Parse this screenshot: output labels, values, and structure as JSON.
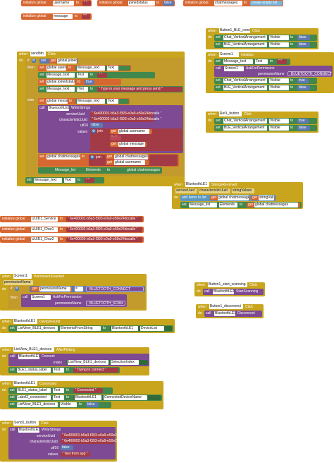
{
  "palette": {
    "event": "#c8a51c",
    "event_dark": "#a8891a",
    "control": "#c39a2c",
    "text": "#a33b46",
    "text_light": "#b84a55",
    "variable": "#d66731",
    "variable_dark": "#c35a24",
    "component": "#42874c",
    "component_dark": "#2f6b3a",
    "method": "#7d4a93",
    "logic": "#5f79b0",
    "list": "#7bb4d8",
    "list_dark": "#5a97c0",
    "canvas": "#ffffff"
  },
  "icons": {
    "gear": "gear-icon",
    "question": "help-icon",
    "warning": "warning-icon"
  },
  "b": {
    "init_username": {
      "kw": "initialize global",
      "name": "username",
      "to": "to",
      "val": "\" \""
    },
    "init_joinedstatus": {
      "kw": "initialize global",
      "name": "joinedstatus",
      "to": "to",
      "val": "false"
    },
    "init_chatmessages": {
      "kw": "initialize global",
      "name": "chatmessages",
      "to": "to",
      "val": "create empty list"
    },
    "init_message": {
      "kw": "initialize global",
      "name": "message",
      "to": "to",
      "val": "\" \""
    },
    "btn_conn": {
      "when": "when",
      "comp": "Button1_BLE_conn",
      "event": "Click",
      "do": "do",
      "rows": [
        {
          "set": "set",
          "comp": "Chat_VerticalArrangement",
          "prop": "Visible",
          "to": "to",
          "val": "false"
        },
        {
          "set": "set",
          "comp": "BLE_VerticalArrangement",
          "prop": "Visible",
          "to": "to",
          "val": "false"
        }
      ]
    },
    "screen_init": {
      "when": "when",
      "comp": "Screen1",
      "event": "Initialize",
      "do": "do",
      "set": "set",
      "var": "Message_text",
      "prop": "Text",
      "to": "to",
      "val": "\" \"",
      "call": "call",
      "callcomp": "Screen1",
      "method": "AskForPermission",
      "param": "permissionName",
      "perm": "BLUETOOTH_CONNECT",
      "rows": [
        {
          "set": "set",
          "comp": "Chat_VerticalArrangement",
          "prop": "Visible",
          "to": "to",
          "val": "true"
        },
        {
          "set": "set",
          "comp": "BLE_VerticalArrangement",
          "prop": "Visible",
          "to": "to",
          "val": "false"
        }
      ]
    },
    "ret_button": {
      "when": "when",
      "comp": "Ret1_button",
      "event": "Click",
      "do": "do",
      "rows": [
        {
          "set": "set",
          "comp": "Chat_VerticalArrangement",
          "prop": "Visible",
          "to": "to",
          "val": "true"
        },
        {
          "set": "set",
          "comp": "BLE_VerticalArrangement",
          "prop": "Visible",
          "to": "to",
          "val": "false"
        }
      ]
    },
    "sendbtn": {
      "when": "when",
      "comp": "sendbtn",
      "event": "Click",
      "do": "do",
      "if": "if",
      "not": "not",
      "get": "get",
      "joined": "global joinedstatus",
      "then": "then",
      "else": "else",
      "set": "set",
      "to": "to",
      "username": "global username",
      "msgtext": "Message_text",
      "textprop": "Text",
      "joinedstatus": "global joinedstatus",
      "true": "true",
      "hint": "Message_text",
      "hintprop": "Hint",
      "hintval": "\" Type in your message and press send \"",
      "message": "global message",
      "call": "call",
      "ble": "BluetoothLE1",
      "write": "WriteStrings",
      "svc": "serviceUuid",
      "chr": "characteristicUuid",
      "u16": "utf16",
      "vals": "values",
      "uuid_svc": "\" 6e400001-b5a3-f393-e0a9-e50e24dccalle \"",
      "uuid_chr": "\" 6e400002-b5a3-f393-e0a9-e50e24dccalle \"",
      "false": "false",
      "join": "join",
      "g_username": "global username",
      "sep": "\" : \"",
      "g_message": "global message",
      "chatmessages": "global chatmessages",
      "listop": "join",
      "g_chat": "global chatmessages",
      "g_user2": "global username",
      "elements_set": "Message_list",
      "elprop": "Elements",
      "elto": "to",
      "g_chat2": "global chatmessages",
      "final_set": "Message_text",
      "final_prop": "Text",
      "final_val": "\" \""
    },
    "strings_received": {
      "when": "when",
      "comp": "BluetoothLE1",
      "event": "StringsReceived",
      "p1": "serviceUuid",
      "p2": "characteristicUuid",
      "p3": "stringValues",
      "do": "do",
      "add": "add items to list",
      "list": "list",
      "get": "get",
      "chat": "global chatmessages",
      "item": "item",
      "sv": "stringValues",
      "set": "set",
      "ml": "Message_list",
      "el": "Elements",
      "to": "to",
      "chat2": "global chatmessages"
    },
    "init_svc": {
      "kw": "initialize global",
      "name": "UUID1_Service",
      "to": "to",
      "val": "\" 6e400001-b5a3-f393-e0a9-e50e24dccalle \""
    },
    "init_chr1": {
      "kw": "initialize global",
      "name": "UUID1_Char1",
      "to": "to",
      "val": "\" 6e400002-b5a3-f393-e0a9-e50e24dccalle \""
    },
    "init_chr2": {
      "kw": "initialize global",
      "name": "UUID1_Char2",
      "to": "to",
      "val": "\" 6e400003-b5a3-f393-e0a9-e50e24dccalle \""
    },
    "perm_granted": {
      "when": "when",
      "comp": "Screen1",
      "event": "PermissionGranted",
      "param": "permissionName",
      "do": "do",
      "if": "if",
      "get": "get",
      "pn": "permissionName",
      "eq": "=",
      "perm": "BLUETOOTH_CONNECT",
      "then": "then",
      "call": "call",
      "callcomp": "Screen1",
      "method": "AskForPermission",
      "p": "permissionName",
      "scan": "BLUETOOTH_SCAN"
    },
    "start_scan": {
      "when": "when",
      "comp": "Button1_start_scanning",
      "event": "Click",
      "do": "do",
      "call": "call",
      "callcomp": "BluetoothLE1",
      "method": "StartScanning"
    },
    "disconnect": {
      "when": "when",
      "comp": "Button1_disconnect",
      "event": "Click",
      "do": "do",
      "call": "call",
      "callcomp": "BluetoothLE1",
      "method": "Disconnect"
    },
    "device_found": {
      "when": "when",
      "comp": "BluetoothLE1",
      "event": "DeviceFound",
      "do": "do",
      "set": "set",
      "lv": "ListView_BLE1_devices",
      "prop": "ElementsFromString",
      "to": "to",
      "ble": "BluetoothLE1",
      "dl": "DeviceList"
    },
    "after_picking": {
      "when": "when",
      "comp": "ListView_BLE1_devices",
      "event": "AfterPicking",
      "do": "do",
      "call": "call",
      "ble": "BluetoothLE1",
      "method": "Connect",
      "idx": "index",
      "lv": "ListView_BLE1_devices",
      "si": "SelectionIndex",
      "set": "set",
      "st": "BLE1_status_label",
      "tp": "Text",
      "to": "to",
      "val": "\" Trying to connect \""
    },
    "connected": {
      "when": "when",
      "comp": "BluetoothLE1",
      "event": "Connected",
      "do": "do",
      "set": "set",
      "to": "to",
      "r1c": "BLE1_status_label",
      "r1p": "Text",
      "r1v": "\" Connected \"",
      "r2c": "Label2_connected",
      "r2p": "Text",
      "r2v": "BluetoothLE1",
      "r2v2": "ConnectedDeviceName",
      "r3c": "ListView_BLE1_devices",
      "r3p": "Visible",
      "r3v": "false"
    },
    "send1": {
      "when": "when",
      "comp": "Send1_button",
      "event": "Click",
      "do": "do",
      "call": "call",
      "ble": "BluetoothLE1",
      "method": "WriteStrings",
      "svc": "serviceUuid",
      "chr": "characteristicUuid",
      "u16": "utf16",
      "vals": "values",
      "uuid_svc": "\" 6e400001-b5a3-f393-e0a9-e50e24dccalle \"",
      "uuid_chr": "\" 6e400002-b5a3-f393-e0a9-e50e24dccalle \"",
      "false": "false",
      "text": "\" Test from app \""
    }
  }
}
